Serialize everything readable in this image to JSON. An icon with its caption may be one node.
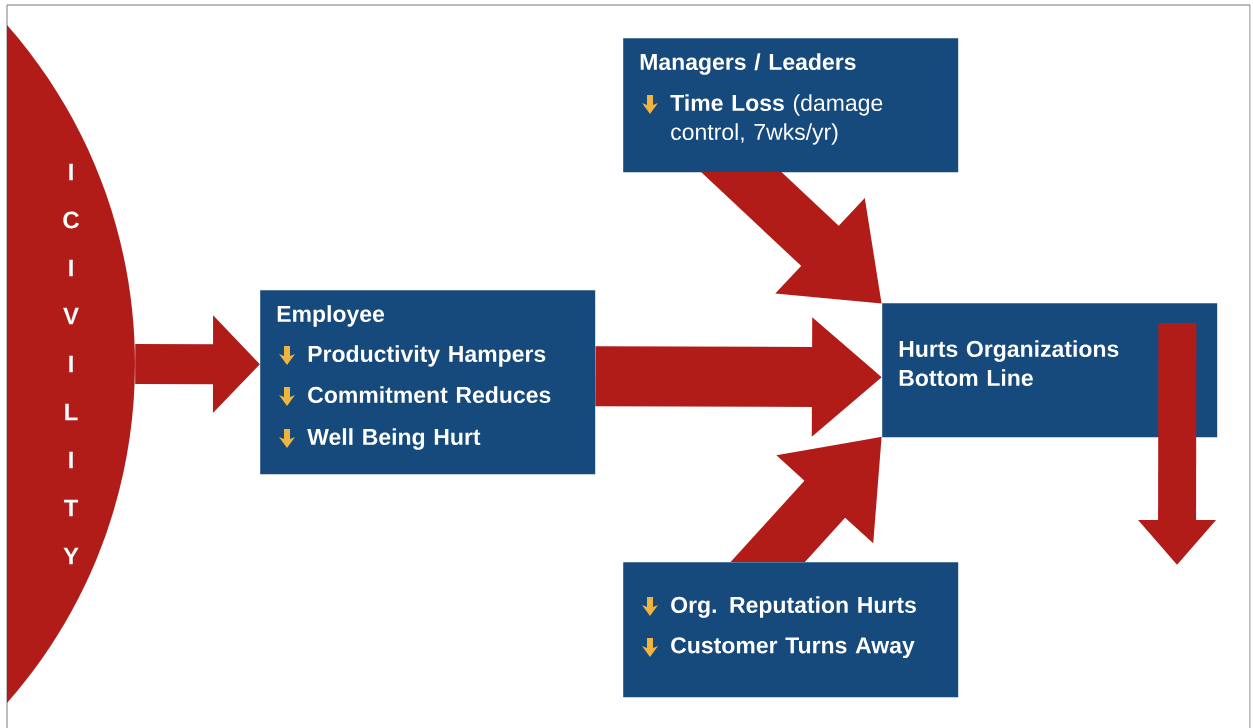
{
  "diagram": {
    "nodes": [
      {
        "text": [
          "I C I V I L I T Y"
        ]
      },
      {
        "text": [
          "Employee",
          "Productivity Hampers",
          "Commitment Reduces",
          "Well Being Hurt"
        ]
      },
      {
        "text": [
          "Managers / Leaders",
          "**Time Loss** (damage control, 7wks/yr)"
        ]
      },
      {
        "text": [
          "Hurts Organizations Bottom Line"
        ]
      },
      {
        "text": [
          "Org. Reputation Hurts",
          "Customer Turns Away"
        ]
      }
    ],
    "edges": [
      {
        "from": 0,
        "to": 1,
        "arrow": "to"
      },
      {
        "from": 1,
        "to": 3,
        "arrow": "to"
      },
      {
        "from": 2,
        "to": 3,
        "arrow": "to"
      },
      {
        "from": 4,
        "to": 3,
        "arrow": "to"
      },
      {
        "from": 3,
        "to": null,
        "arrow": "to"
      }
    ]
  }
}
